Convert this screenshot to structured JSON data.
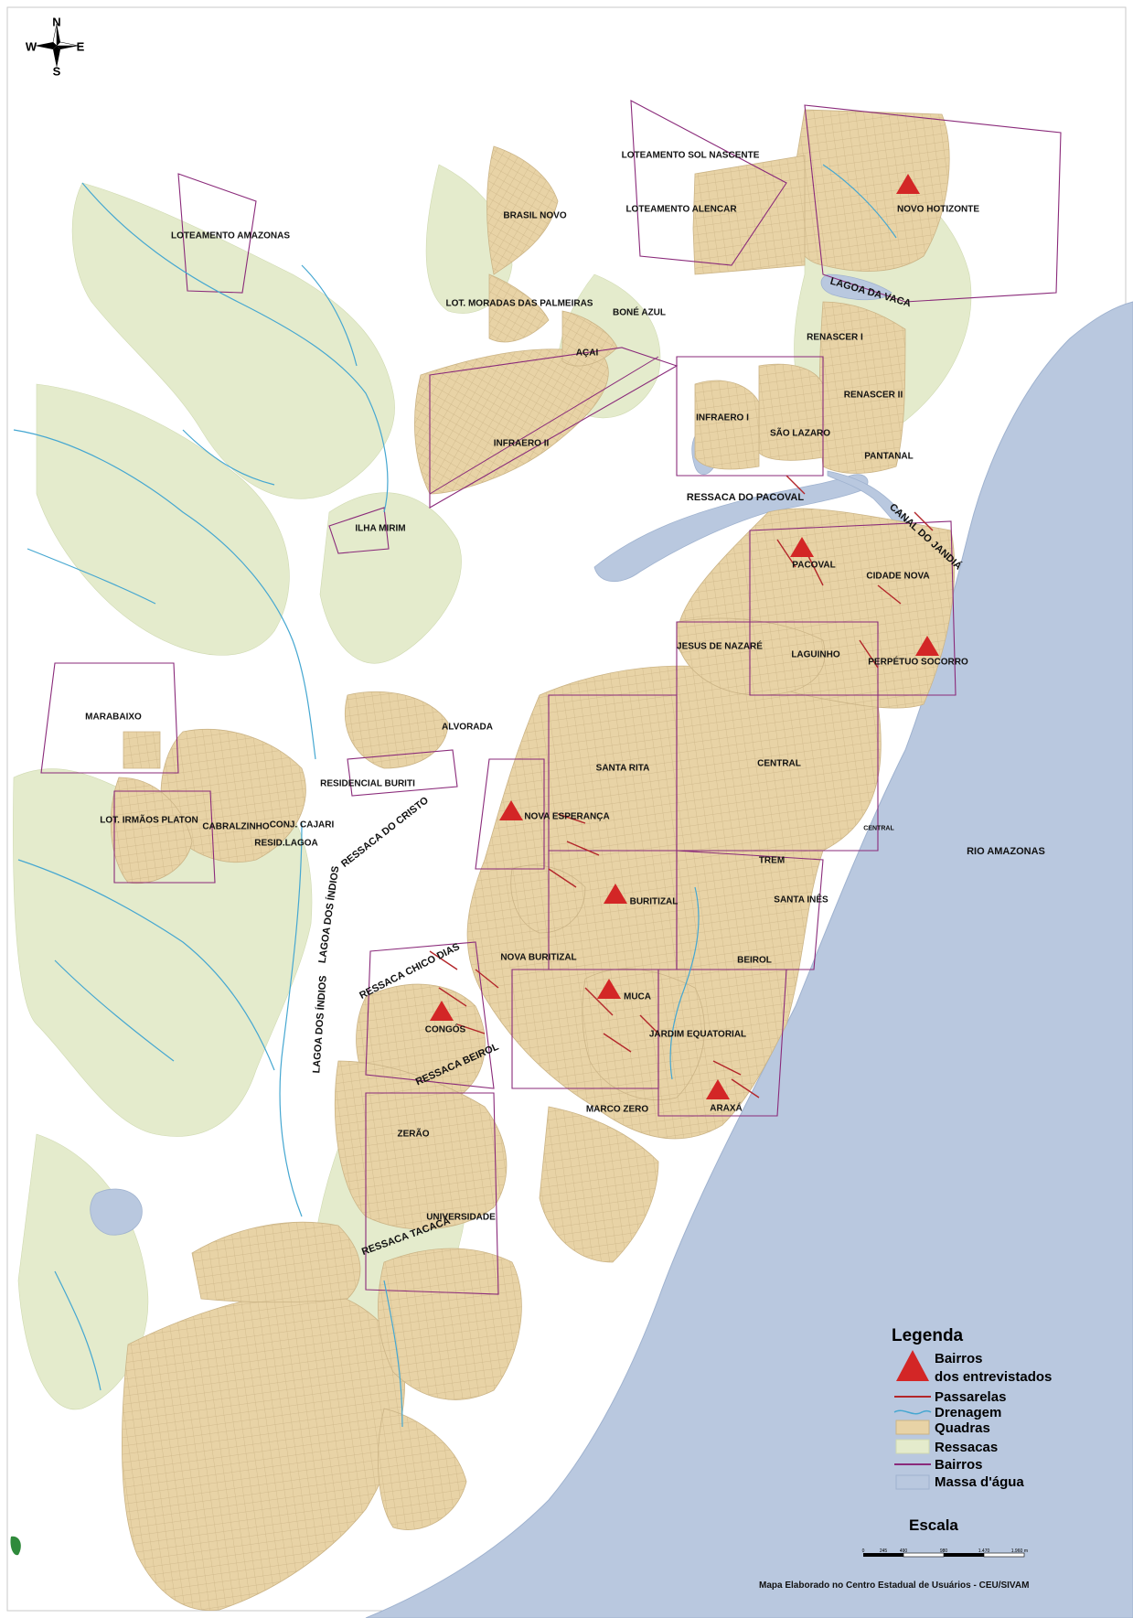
{
  "compass": {
    "n": "N",
    "s": "S",
    "e": "E",
    "w": "W"
  },
  "colors": {
    "river": "#b9c8df",
    "ressaca": "#e4ebcc",
    "quadra": "#e8d3a6",
    "quadra_edge": "#cbb486",
    "bairro_border": "#8a2a7a",
    "passarela": "#b3262a",
    "drenagem": "#45a7d1",
    "marker": "#d32626"
  },
  "neighborhoods": {
    "loteamento_amazonas": "LOTEAMENTO AMAZONAS",
    "loteamento_sol_nascente": "LOTEAMENTO SOL NASCENTE",
    "loteamento_alencar": "LOTEAMENTO ALENCAR",
    "brasil_novo": "BRASIL NOVO",
    "novo_hotizonte": "NOVO HOTIZONTE",
    "lot_moradas": "LOT. MORADAS DAS PALMEIRAS",
    "bone_azul": "BONÉ AZUL",
    "acai": "AÇAI",
    "infraero_ii": "INFRAERO II",
    "infraero_i": "INFRAERO I",
    "renascer_i": "RENASCER I",
    "renascer_ii": "RENASCER II",
    "sao_lazaro": "SÃO LAZARO",
    "pantanal": "PANTANAL",
    "ilha_mirim": "ILHA MIRIM",
    "pacoval": "PACOVAL",
    "cidade_nova": "CIDADE NOVA",
    "jesus_de_nazare": "JESUS DE NAZARÉ",
    "laguinho": "LAGUINHO",
    "perpetuo_socorro": "PERPÉTUO SOCORRO",
    "marabaixo": "MARABAIXO",
    "alvorada": "ALVORADA",
    "residencial_buriti": "RESIDENCIAL BURITI",
    "santa_rita": "SANTA RITA",
    "central": "CENTRAL",
    "central_small": "CENTRAL",
    "nova_esperanca": "NOVA ESPERANÇA",
    "lot_irmaos_platon": "LOT. IRMÃOS PLATON",
    "cabralzinho": "CABRALZINHO",
    "conj_cajari": "CONJ. CAJARI",
    "resid_lagoa": "RESID.LAGOA",
    "trem": "TREM",
    "buritizal": "BURITIZAL",
    "santa_ines": "SANTA INÊS",
    "nova_buritizal": "NOVA BURITIZAL",
    "beirol": "BEIROL",
    "muca": "MUCA",
    "congos": "CONGÓS",
    "jardim_equatorial": "JARDIM EQUATORIAL",
    "marco_zero": "MARCO ZERO",
    "araxa": "ARAXÁ",
    "zerao": "ZERÃO",
    "universidade": "UNIVERSIDADE"
  },
  "water_labels": {
    "lagoa_da_vaca": "LAGOA DA VACA",
    "ressaca_do_pacoval": "RESSACA DO PACOVAL",
    "canal_do_jandia": "CANAL DO JANDIÁ",
    "ressaca_do_cristo": "RESSACA DO CRISTO",
    "lagoa_dos_indios_1": "LAGOA DOS ÍNDIOS",
    "lagoa_dos_indios_2": "LAGOA DOS ÍNDIOS",
    "ressaca_chico_dias": "RESSACA CHICO DIAS",
    "ressaca_beirol": "RESSACA BEIROL",
    "ressaca_tacaca": "RESSACA TACACÁ",
    "rio_amazonas": "RIO AMAZONAS"
  },
  "legend": {
    "title": "Legenda",
    "bairros_line1": "Bairros",
    "bairros_line2": "dos entrevistados",
    "passarelas": "Passarelas",
    "drenagem": "Drenagem",
    "quadras": "Quadras",
    "ressacas": "Ressacas",
    "bairros": "Bairros",
    "massa_dagua": "Massa d'água"
  },
  "scale": {
    "title": "Escala",
    "ticks": [
      "0",
      "245",
      "490",
      "980",
      "1.470",
      "1.960"
    ],
    "unit": "m"
  },
  "credit": "Mapa Elaborado no Centro Estadual de Usuários - CEU/SIVAM"
}
